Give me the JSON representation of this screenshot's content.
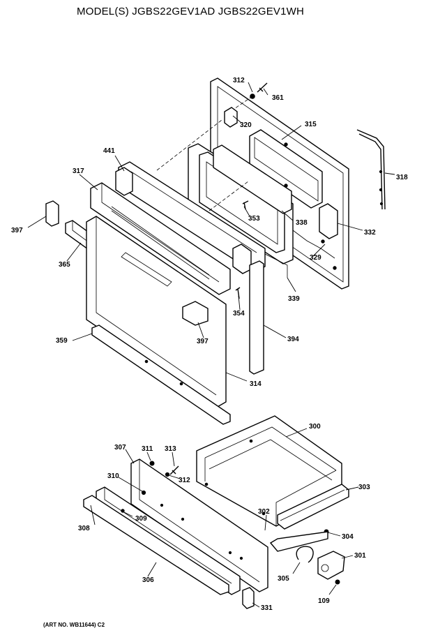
{
  "header": {
    "title": "MODEL(S) JGBS22GEV1AD  JGBS22GEV1WH"
  },
  "footer": {
    "art_number": "(ART NO. WB11644) C2"
  },
  "callouts": {
    "c312a": "312",
    "c361": "361",
    "c315": "315",
    "c320": "320",
    "c441": "441",
    "c318": "318",
    "c317": "317",
    "c353": "353",
    "c338": "338",
    "c332": "332",
    "c397a": "397",
    "c365": "365",
    "c329": "329",
    "c339": "339",
    "c354": "354",
    "c397b": "397",
    "c394": "394",
    "c359": "359",
    "c314": "314",
    "c300": "300",
    "c307": "307",
    "c311": "311",
    "c313": "313",
    "c310": "310",
    "c312b": "312",
    "c303": "303",
    "c302": "302",
    "c308": "308",
    "c309": "309",
    "c304": "304",
    "c301": "301",
    "c305": "305",
    "c306": "306",
    "c109": "109",
    "c331": "331"
  }
}
